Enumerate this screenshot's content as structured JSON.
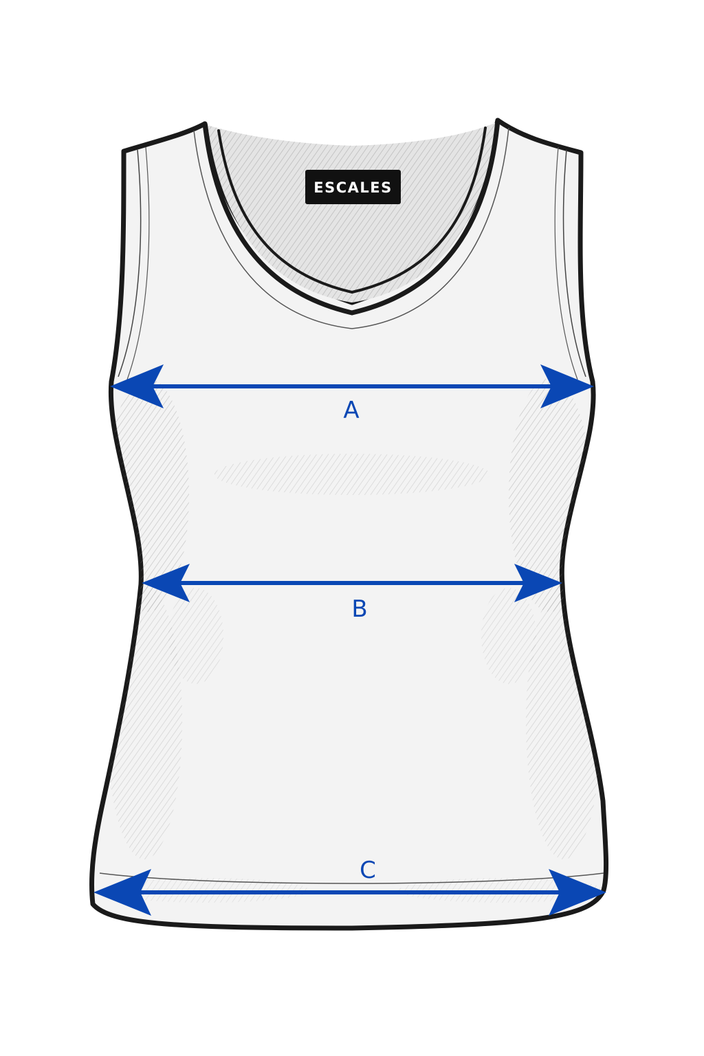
{
  "brand": {
    "label": "ESCALES"
  },
  "colors": {
    "arrow": "#0A47B4",
    "label": "#0A47B4",
    "outline": "#1a1a1a",
    "garment_fill": "#f3f3f3",
    "shading": "#8a8a8a",
    "brand_bg": "#111111",
    "brand_text": "#ffffff"
  },
  "measurements": [
    {
      "id": "A",
      "label": "A"
    },
    {
      "id": "B",
      "label": "B"
    },
    {
      "id": "C",
      "label": "C"
    }
  ]
}
